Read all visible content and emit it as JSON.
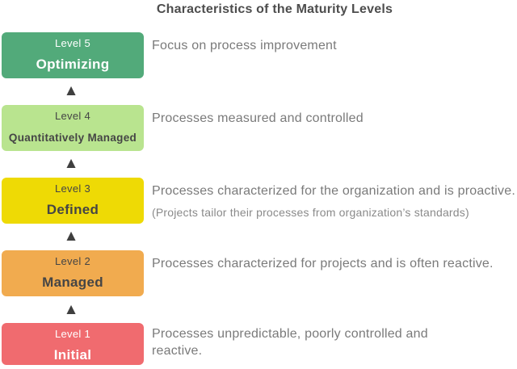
{
  "title": "Characteristics of the Maturity Levels",
  "arrow": {
    "icon": "up-triangle",
    "glyph": "▲",
    "color": "#3f3f3f"
  },
  "levels": [
    {
      "label": "Level 5",
      "name": "Optimizing",
      "box_color": "#52aa7a",
      "text_color": "#ffffff",
      "description": "Focus on process improvement"
    },
    {
      "label": "Level 4",
      "name": "Quantitatively Managed",
      "box_color": "#b9e48f",
      "text_color": "#454545",
      "description": "Processes measured and controlled"
    },
    {
      "label": "Level 3",
      "name": "Defined",
      "box_color": "#eeda05",
      "text_color": "#454545",
      "description": "Processes characterized for the organization and is proactive.",
      "sub_description": "(Projects tailor their processes from organization’s standards)"
    },
    {
      "label": "Level 2",
      "name": "Managed",
      "box_color": "#f1ab4f",
      "text_color": "#454545",
      "description": "Processes characterized for projects and is often reactive."
    },
    {
      "label": "Level 1",
      "name": "Initial",
      "box_color": "#f06b6f",
      "text_color": "#ffffff",
      "description": "Processes unpredictable, poorly controlled and reactive."
    }
  ]
}
